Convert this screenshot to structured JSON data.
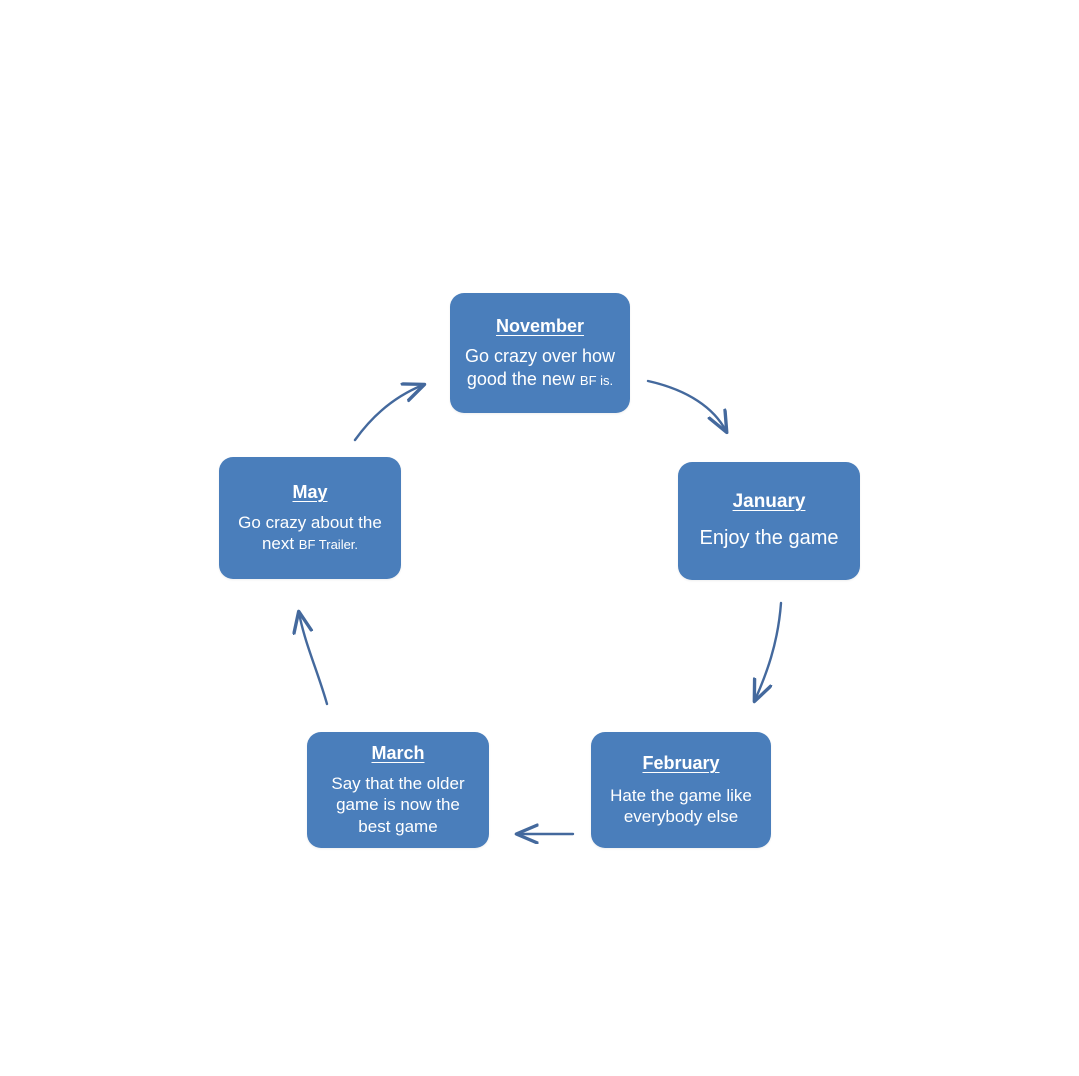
{
  "diagram": {
    "type": "cycle-flow",
    "title_watermark": "",
    "accent_color": "#4a7ebb",
    "arrow_color": "#44699d",
    "background_color": "#ffffff",
    "text_color": "#ffffff",
    "nodes": [
      {
        "id": "november",
        "title": "November",
        "body_line1": "Go crazy over how",
        "body_line2_main": "good the new ",
        "body_line2_small": "BF is."
      },
      {
        "id": "january",
        "title": "January",
        "body_line1": "Enjoy the game",
        "body_line2_main": "",
        "body_line2_small": ""
      },
      {
        "id": "february",
        "title": "February",
        "body_line1": "Hate the game like",
        "body_line2_main": "everybody else",
        "body_line2_small": ""
      },
      {
        "id": "march",
        "title": "March",
        "body_line1": "Say that the older",
        "body_line2_main": "game is now the",
        "body_line3": "best game"
      },
      {
        "id": "may",
        "title": "May",
        "body_line1": "Go crazy about the",
        "body_line2_main": "next ",
        "body_line2_small": "BF Trailer."
      }
    ],
    "connectors": [
      {
        "id": "november-to-january",
        "from": "november",
        "to": "january",
        "shape": "curve-down-right"
      },
      {
        "id": "january-to-february",
        "from": "january",
        "to": "february",
        "shape": "curve-down"
      },
      {
        "id": "february-to-march",
        "from": "february",
        "to": "march",
        "shape": "straight-left"
      },
      {
        "id": "march-to-may",
        "from": "march",
        "to": "may",
        "shape": "curve-up"
      },
      {
        "id": "may-to-november",
        "from": "may",
        "to": "november",
        "shape": "curve-up-right"
      }
    ]
  }
}
